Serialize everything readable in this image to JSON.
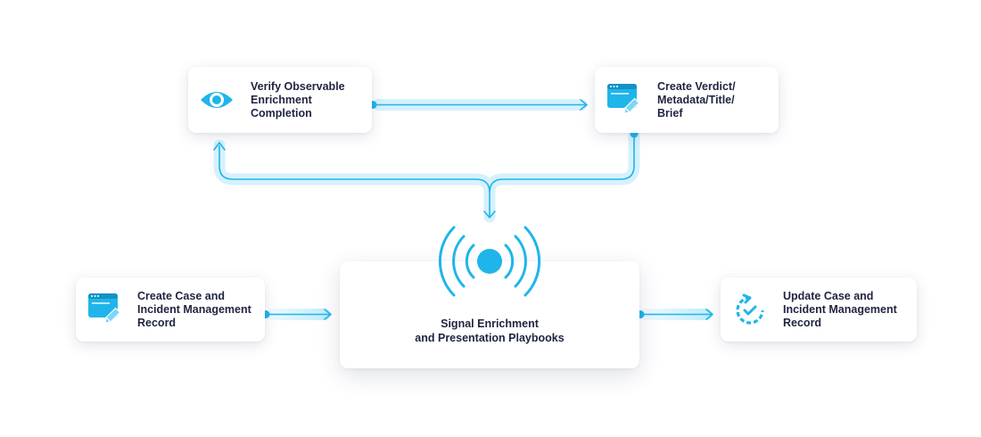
{
  "colors": {
    "accent": "#1fb5ea",
    "accent_light": "#bfeafb",
    "text": "#1f2340",
    "card_bg": "#ffffff"
  },
  "nodes": {
    "verify": {
      "icon": "eye-icon",
      "lines": [
        "Verify Observable",
        "Enrichment",
        "Completion"
      ]
    },
    "verdict": {
      "icon": "browser-edit-icon",
      "lines": [
        "Create Verdict/",
        "Metadata/Title/",
        "Brief"
      ]
    },
    "create_case": {
      "icon": "browser-edit-icon",
      "lines": [
        "Create Case and",
        "Incident Management",
        "Record"
      ]
    },
    "center": {
      "icon": "signal-broadcast-icon",
      "lines": [
        "Signal Enrichment",
        "and Presentation Playbooks"
      ]
    },
    "update_case": {
      "icon": "refresh-check-icon",
      "lines": [
        "Update Case and",
        "Incident Management",
        "Record"
      ]
    }
  }
}
